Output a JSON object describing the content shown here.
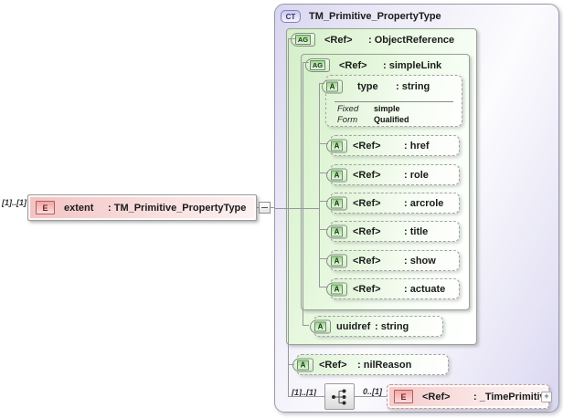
{
  "element_extent": {
    "cardinality": "[1]..[1]",
    "icon": "E",
    "name": "extent",
    "type": ": TM_Primitive_PropertyType"
  },
  "ct": {
    "icon": "CT",
    "title": "TM_Primitive_PropertyType",
    "object_reference": {
      "icon": "AG",
      "name": "<Ref>",
      "type": ": ObjectReference",
      "simple_link": {
        "icon": "AG",
        "name": "<Ref>",
        "type": ": simpleLink",
        "type_attr": {
          "icon": "A",
          "name": "type",
          "type": ": string",
          "facets": [
            {
              "label": "Fixed",
              "value": "simple"
            },
            {
              "label": "Form",
              "value": "Qualified"
            }
          ]
        },
        "attrs": [
          {
            "icon": "A",
            "name": "<Ref>",
            "type": ": href"
          },
          {
            "icon": "A",
            "name": "<Ref>",
            "type": ": role"
          },
          {
            "icon": "A",
            "name": "<Ref>",
            "type": ": arcrole"
          },
          {
            "icon": "A",
            "name": "<Ref>",
            "type": ": title"
          },
          {
            "icon": "A",
            "name": "<Ref>",
            "type": ": show"
          },
          {
            "icon": "A",
            "name": "<Ref>",
            "type": ": actuate"
          }
        ]
      },
      "uuidref": {
        "icon": "A",
        "name": "uuidref",
        "type": ": string"
      }
    },
    "nil_reason": {
      "icon": "A",
      "name": "<Ref>",
      "type": ": nilReason"
    },
    "sequence": {
      "cardinality_left": "[1]..[1]",
      "cardinality_right": "0..[1]",
      "time_primitive": {
        "icon": "E",
        "name": "<Ref>",
        "type": ": _TimePrimitive",
        "expand": "+"
      }
    }
  }
}
